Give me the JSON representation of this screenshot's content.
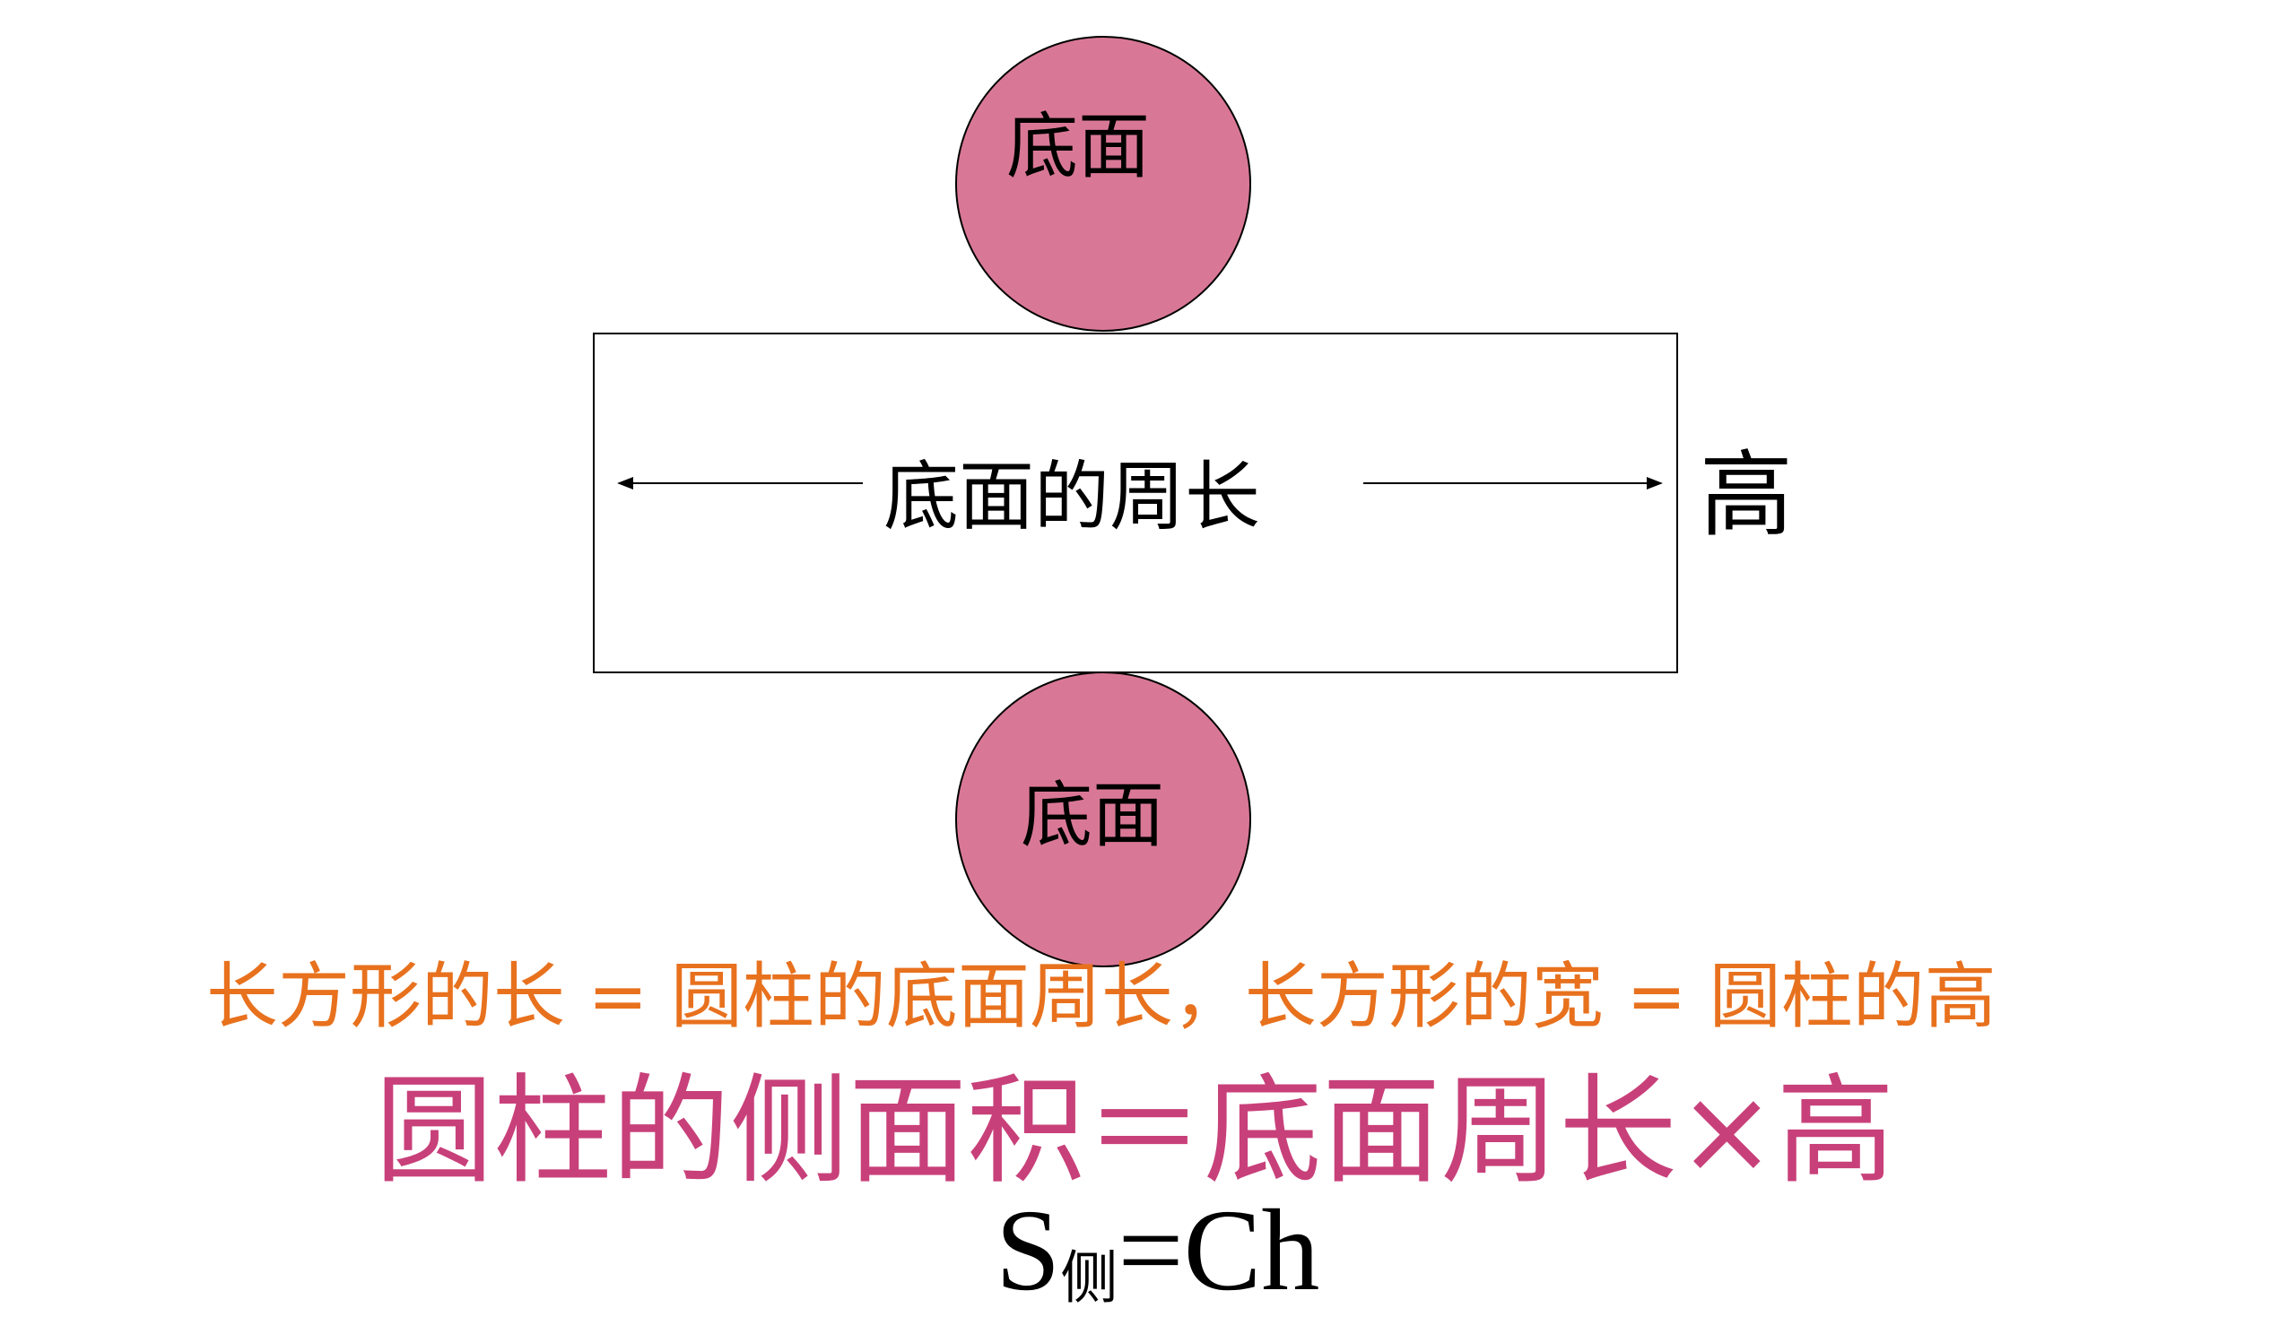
{
  "diagram": {
    "top_circle_label": "底面",
    "bottom_circle_label": "底面",
    "rectangle_length_label": "底面的周长",
    "rectangle_height_label": "高",
    "circle_fill": "#d97896"
  },
  "explanation": {
    "text": "长方形的长 = 圆柱的底面周长，长方形的宽 = 圆柱的高",
    "color": "#e8711e"
  },
  "rule": {
    "text": "圆柱的侧面积＝底面周长×高",
    "color": "#c8407a"
  },
  "formula": {
    "symbol": "S",
    "subscript": "侧",
    "rhs": "=Ch"
  }
}
